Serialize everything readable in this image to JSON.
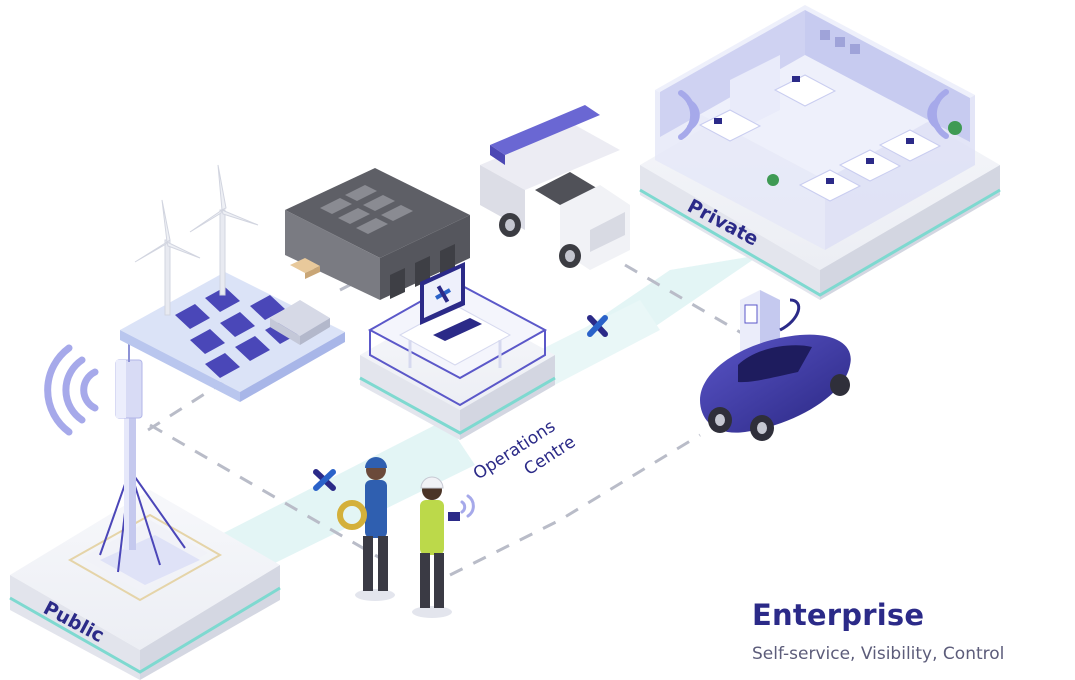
{
  "labels": {
    "public": "Public",
    "private": "Private",
    "operations_line1": "Operations",
    "operations_line2": "Centre"
  },
  "caption": {
    "title": "Enterprise",
    "subtitle": "Self-service, Visibility, Control"
  },
  "colors": {
    "brand_navy": "#2b2a88",
    "accent_teal": "#7ed9d0",
    "soft_lavender": "#c9cdf3",
    "path_mint": "#dff3f4",
    "dash_gray": "#b9bcc8",
    "logo_blue": "#2a62c9"
  },
  "icons": {
    "network_x": "x-network-icon",
    "wireless": "wifi-waves-icon"
  }
}
